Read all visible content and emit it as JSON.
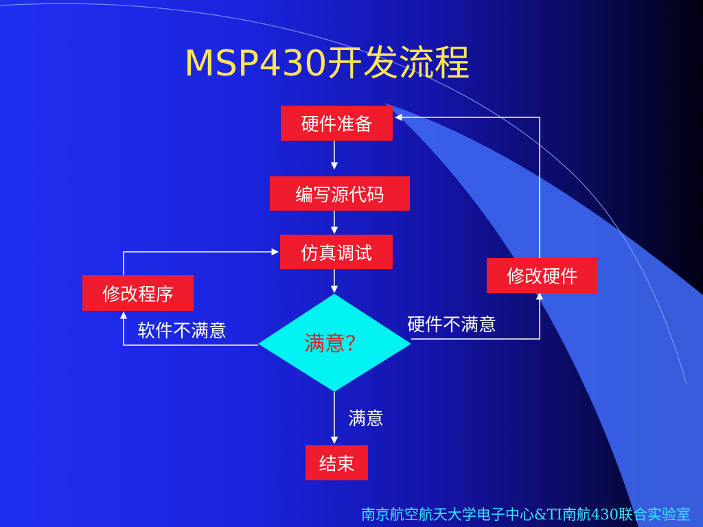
{
  "slide": {
    "title": "MSP430开发流程",
    "footer": "南京航空航天大学电子中心&TI南航430联合实验室"
  },
  "flowchart": {
    "nodes": {
      "hardware_prep": "硬件准备",
      "write_source": "编写源代码",
      "simulate_debug": "仿真调试",
      "decision": "满意？",
      "modify_program": "修改程序",
      "modify_hardware": "修改硬件",
      "end": "结束"
    },
    "edge_labels": {
      "software_unsatisfied": "软件不满意",
      "hardware_unsatisfied": "硬件不满意",
      "satisfied": "满意"
    }
  },
  "colors": {
    "box_fill": "#f01b2c",
    "decision_fill": "#00f2f2",
    "title": "#ffe45a",
    "footer": "#38e4ff",
    "connector": "#ffffff"
  }
}
